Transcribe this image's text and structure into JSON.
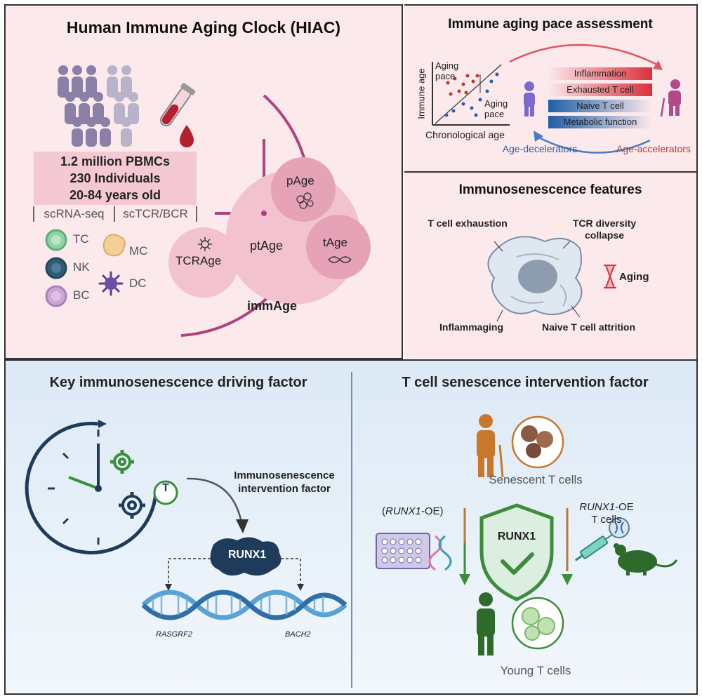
{
  "hiac": {
    "title": "Human Immune Aging Clock (HIAC)",
    "stats": [
      "1.2 million PBMCs",
      "230 Individuals",
      "20-84 years old"
    ],
    "methods": [
      "scRNA-seq",
      "scTCR/BCR"
    ],
    "cell_types": [
      "TC",
      "NK",
      "BC",
      "MC",
      "DC"
    ],
    "ages": {
      "pAge": "pAge",
      "ptAge": "ptAge",
      "tAge": "tAge",
      "TCRAge": "TCRAge",
      "immAge": "immAge"
    }
  },
  "pace": {
    "title": "Immune aging pace assessment",
    "y_axis": "Immune age",
    "x_axis": "Chronological age",
    "aging_pace": "Aging pace",
    "aging_pace_2": "Aging pace",
    "bars": [
      "Inflammation",
      "Exhausted T cell",
      "Naive T cell",
      "Metabolic function"
    ],
    "decelerators": "Age-decelerators",
    "accelerators": "Age-accelerators"
  },
  "features": {
    "title": "Immunosenescence features",
    "exhaustion": "T cell exhaustion",
    "tcr": "TCR diversity collapse",
    "aging": "Aging",
    "inflammaging": "Inflammaging",
    "naive": "Naive T cell attrition"
  },
  "driving": {
    "title": "Key immunosenescence driving factor",
    "intervention": "Immunosenescence intervention factor",
    "clock_badge": "T",
    "runx1": "RUNX1",
    "gene1": "RASGRF2",
    "gene2": "BACH2"
  },
  "intervention": {
    "title": "T cell senescence intervention factor",
    "senescent": "Senescent T cells",
    "oe_left_gene": "RUNX1",
    "oe_left_suffix": "-OE)",
    "oe_right_gene": "RUNX1",
    "oe_right_suffix": "-OE",
    "oe_right_line2": "T cells",
    "shield": "RUNX1",
    "young": "Young T cells"
  },
  "colors": {
    "pink_bg": "#fbe9ec",
    "magenta": "#b0427f",
    "blue_bg": "#dce9f6",
    "navy": "#1f3b5c",
    "green": "#3d8c3a",
    "orange": "#c9772b"
  }
}
